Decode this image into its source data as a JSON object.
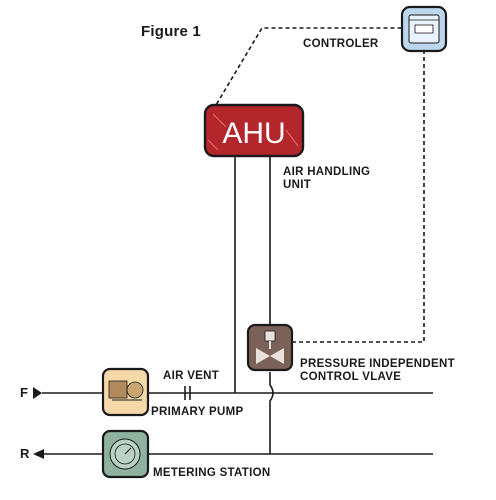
{
  "figure_title": "Figure 1",
  "controller": {
    "label": "CONTROLER",
    "icon": "controller-panel-icon"
  },
  "ahu": {
    "text": "AHU",
    "caption": "AIR HANDLING\nUNIT",
    "color": "#b3262c"
  },
  "valve": {
    "caption": "PRESSURE INDEPENDENT\nCONTROL VLAVE",
    "icon": "valve-icon",
    "color": "#7a6258"
  },
  "pump": {
    "caption": "PRIMARY PUMP",
    "icon": "pump-icon",
    "color": "#f5d9a8"
  },
  "air_vent": {
    "caption": "AIR VENT"
  },
  "metering": {
    "caption": "METERING STATION",
    "icon": "meter-icon",
    "color": "#8fb2a0"
  },
  "supply_line": {
    "label": "F"
  },
  "return_line": {
    "label": "R"
  }
}
